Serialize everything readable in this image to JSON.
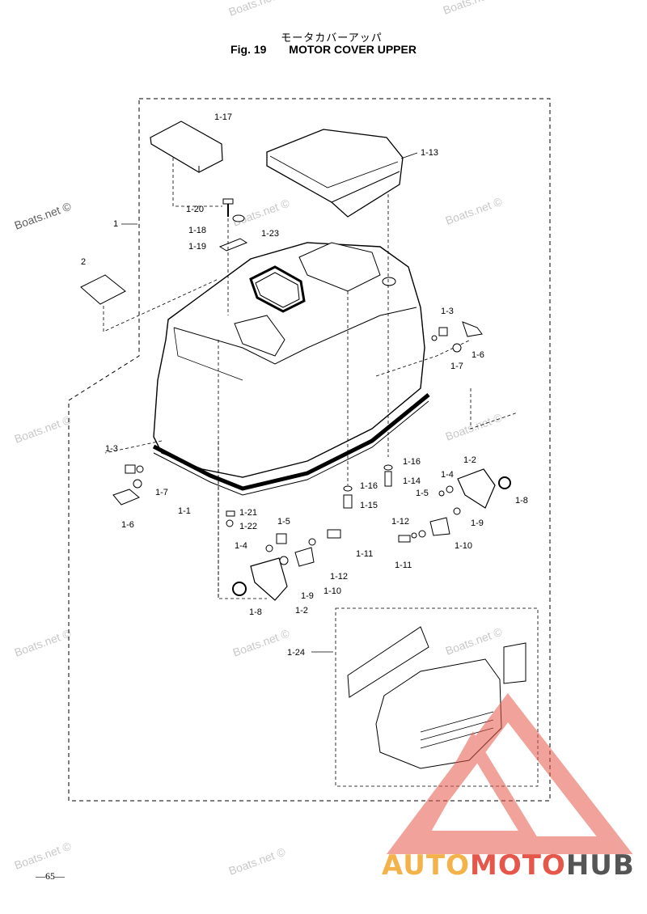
{
  "title": {
    "japanese": "モータカバーアッパ",
    "fig": "Fig. 19",
    "name": "MOTOR COVER UPPER"
  },
  "watermark_text": "Boats.net ©",
  "labels": {
    "p1": "1",
    "p2": "2",
    "p1_1": "1-1",
    "p1_2a": "1-2",
    "p1_2b": "1-2",
    "p1_3a": "1-3",
    "p1_3b": "1-3",
    "p1_4a": "1-4",
    "p1_4b": "1-4",
    "p1_5a": "1-5",
    "p1_5b": "1-5",
    "p1_6a": "1-6",
    "p1_6b": "1-6",
    "p1_7a": "1-7",
    "p1_7b": "1-7",
    "p1_8a": "1-8",
    "p1_8b": "1-8",
    "p1_9a": "1-9",
    "p1_9b": "1-9",
    "p1_10a": "1-10",
    "p1_10b": "1-10",
    "p1_11a": "1-11",
    "p1_11b": "1-11",
    "p1_12a": "1-12",
    "p1_12b": "1-12",
    "p1_13": "1-13",
    "p1_14": "1-14",
    "p1_15": "1-15",
    "p1_16a": "1-16",
    "p1_16b": "1-16",
    "p1_17": "1-17",
    "p1_18": "1-18",
    "p1_19": "1-19",
    "p1_20": "1-20",
    "p1_21": "1-21",
    "p1_22": "1-22",
    "p1_23": "1-23",
    "p1_24": "1-24"
  },
  "page_number": "—65—",
  "logo": {
    "part1": "AUTO",
    "part2": "MOTO",
    "part3": "HUB"
  },
  "colors": {
    "logo_orange": "#f3b24a",
    "logo_red": "#e4574a",
    "logo_gray": "#555555",
    "watermark": "#c8c8c8"
  }
}
